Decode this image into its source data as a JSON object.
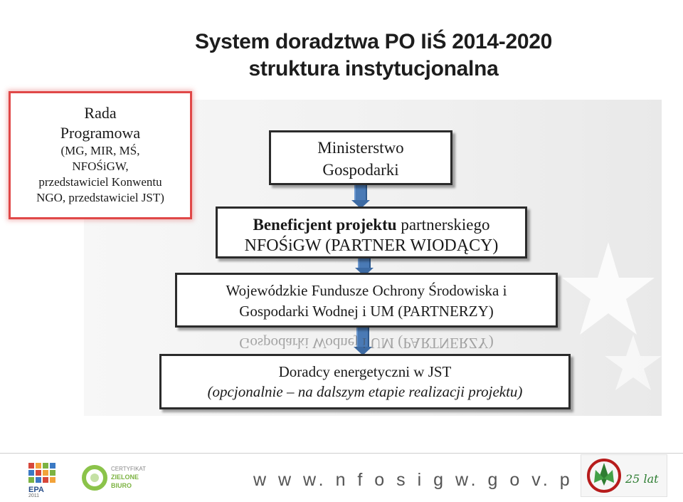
{
  "title": {
    "line1": "System doradztwa PO IiŚ 2014-2020",
    "line2": "struktura instytucjonalna"
  },
  "council": {
    "head1": "Rada",
    "head2": "Programowa",
    "lines": [
      "(MG, MIR, MŚ,",
      "NFOŚiGW,",
      "przedstawiciel Konwentu",
      "NGO, przedstawiciel JST)"
    ]
  },
  "boxes": {
    "ministry": {
      "line1": "Ministerstwo",
      "line2": "Gospodarki"
    },
    "beneficiary": {
      "part_bold": "Beneficjent projektu",
      "part_regular": " partnerskiego",
      "line2": "NFOŚiGW  (PARTNER WIODĄCY)"
    },
    "funds": {
      "line1": "Wojewódzkie Fundusze Ochrony Środowiska i",
      "line2": "Gospodarki Wodnej  i UM (PARTNERZY)"
    },
    "advisors": {
      "line1": "Doradcy energetyczni w JST",
      "line2": "(opcjonalnie – na dalszym etapie realizacji projektu)"
    }
  },
  "reflection_text": "Gospodarki Wodnej  i UM (PARTNERZY)",
  "footer": {
    "url": "w w w. n f o s i g w. g o v. p l",
    "epa_label": "EPA",
    "epa_year": "2011",
    "cert_l1": "CERTYFIKAT",
    "cert_l2": "ZIELONE",
    "cert_l3": "BIURO",
    "anniv": "25 lat"
  },
  "colors": {
    "arrow": "#4a7ab5",
    "council_border": "#e04848",
    "box_border": "#2b2b2b",
    "cert_green": "#8bc34a"
  }
}
